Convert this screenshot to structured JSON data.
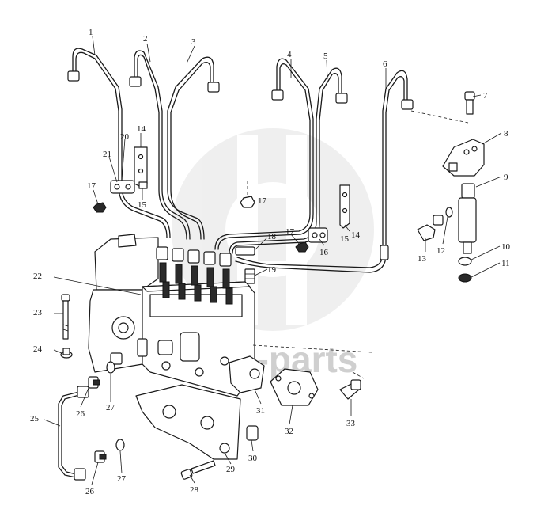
{
  "watermark": {
    "brand_text": "cute-parts",
    "color": "#cfcfcf"
  },
  "callouts": {
    "c1": "1",
    "c2": "2",
    "c3": "3",
    "c4": "4",
    "c5": "5",
    "c6": "6",
    "c7": "7",
    "c8": "8",
    "c9": "9",
    "c10": "10",
    "c11": "11",
    "c12": "12",
    "c13": "13",
    "c14a": "14",
    "c14b": "14",
    "c15a": "15",
    "c15b": "15",
    "c16": "16",
    "c17a": "17",
    "c17b": "17",
    "c17c": "17",
    "c18": "18",
    "c19": "19",
    "c20": "20",
    "c21": "21",
    "c22": "22",
    "c23": "23",
    "c24": "24",
    "c25": "25",
    "c26a": "26",
    "c26b": "26",
    "c27a": "27",
    "c27b": "27",
    "c28": "28",
    "c29": "29",
    "c30": "30",
    "c31": "31",
    "c32": "32",
    "c33": "33"
  }
}
